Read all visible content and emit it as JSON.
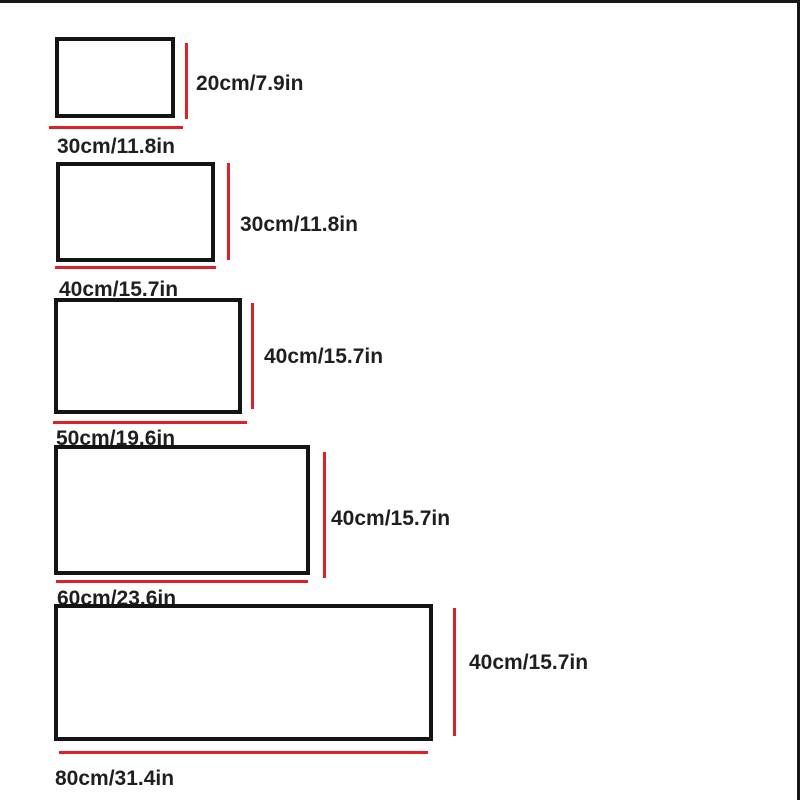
{
  "title": "size-chart",
  "colors": {
    "background": "#ffffff",
    "outline_black": "#141414",
    "measure_red": "#dd2126",
    "text": "#1f1f1f"
  },
  "sizes": [
    {
      "height_label": "20cm/7.9in",
      "width_label": "30cm/11.8in"
    },
    {
      "height_label": "30cm/11.8in",
      "width_label": "40cm/15.7in"
    },
    {
      "height_label": "40cm/15.7in",
      "width_label": "50cm/19.6in"
    },
    {
      "height_label": "40cm/15.7in",
      "width_label": "60cm/23.6in"
    },
    {
      "height_label": "40cm/15.7in",
      "width_label": "80cm/31.4in"
    }
  ]
}
